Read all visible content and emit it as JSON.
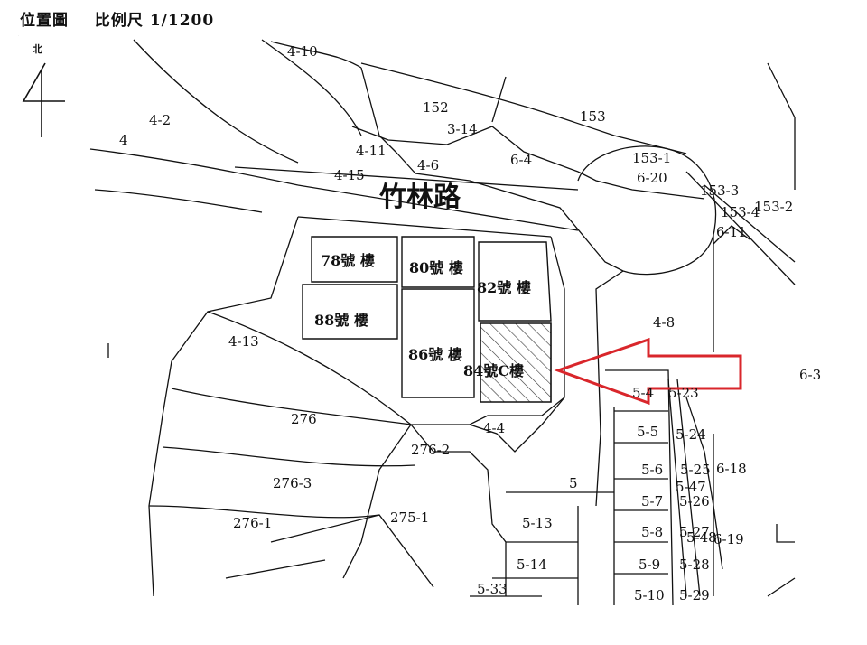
{
  "header": {
    "title": "位置圖",
    "scale": "比例尺 1/1200"
  },
  "north": {
    "label": "北",
    "symbol": "4"
  },
  "road": {
    "name": "竹林路"
  },
  "buildings": [
    {
      "id": "b78",
      "label": "78號 樓"
    },
    {
      "id": "b80",
      "label": "80號 樓"
    },
    {
      "id": "b82",
      "label": "82號 樓"
    },
    {
      "id": "b88",
      "label": "88號 樓"
    },
    {
      "id": "b86",
      "label": "86號 樓"
    },
    {
      "id": "b84",
      "label": "84號C樓"
    }
  ],
  "parcels": [
    "4-10",
    "4-2",
    "4",
    "152",
    "3-14",
    "153",
    "4-11",
    "4-6",
    "6-4",
    "153-1",
    "6-20",
    "153-3",
    "153-4",
    "153-2",
    "6-11",
    "4-15",
    "4-8",
    "6-3",
    "4-13",
    "276",
    "4-4",
    "5-4",
    "5-23",
    "5-5",
    "5-24",
    "276-2",
    "276-3",
    "5",
    "5-6",
    "5-25",
    "6-18",
    "5-47",
    "276-1",
    "275-1",
    "5-13",
    "5-7",
    "5-26",
    "5-8",
    "5-27",
    "5-48",
    "6-19",
    "5-14",
    "5-9",
    "5-28",
    "5-33",
    "5-10",
    "5-29"
  ],
  "colors": {
    "lines": "#111111",
    "pointer_arrow": "#d9262b",
    "target_hatch": "#333333"
  }
}
